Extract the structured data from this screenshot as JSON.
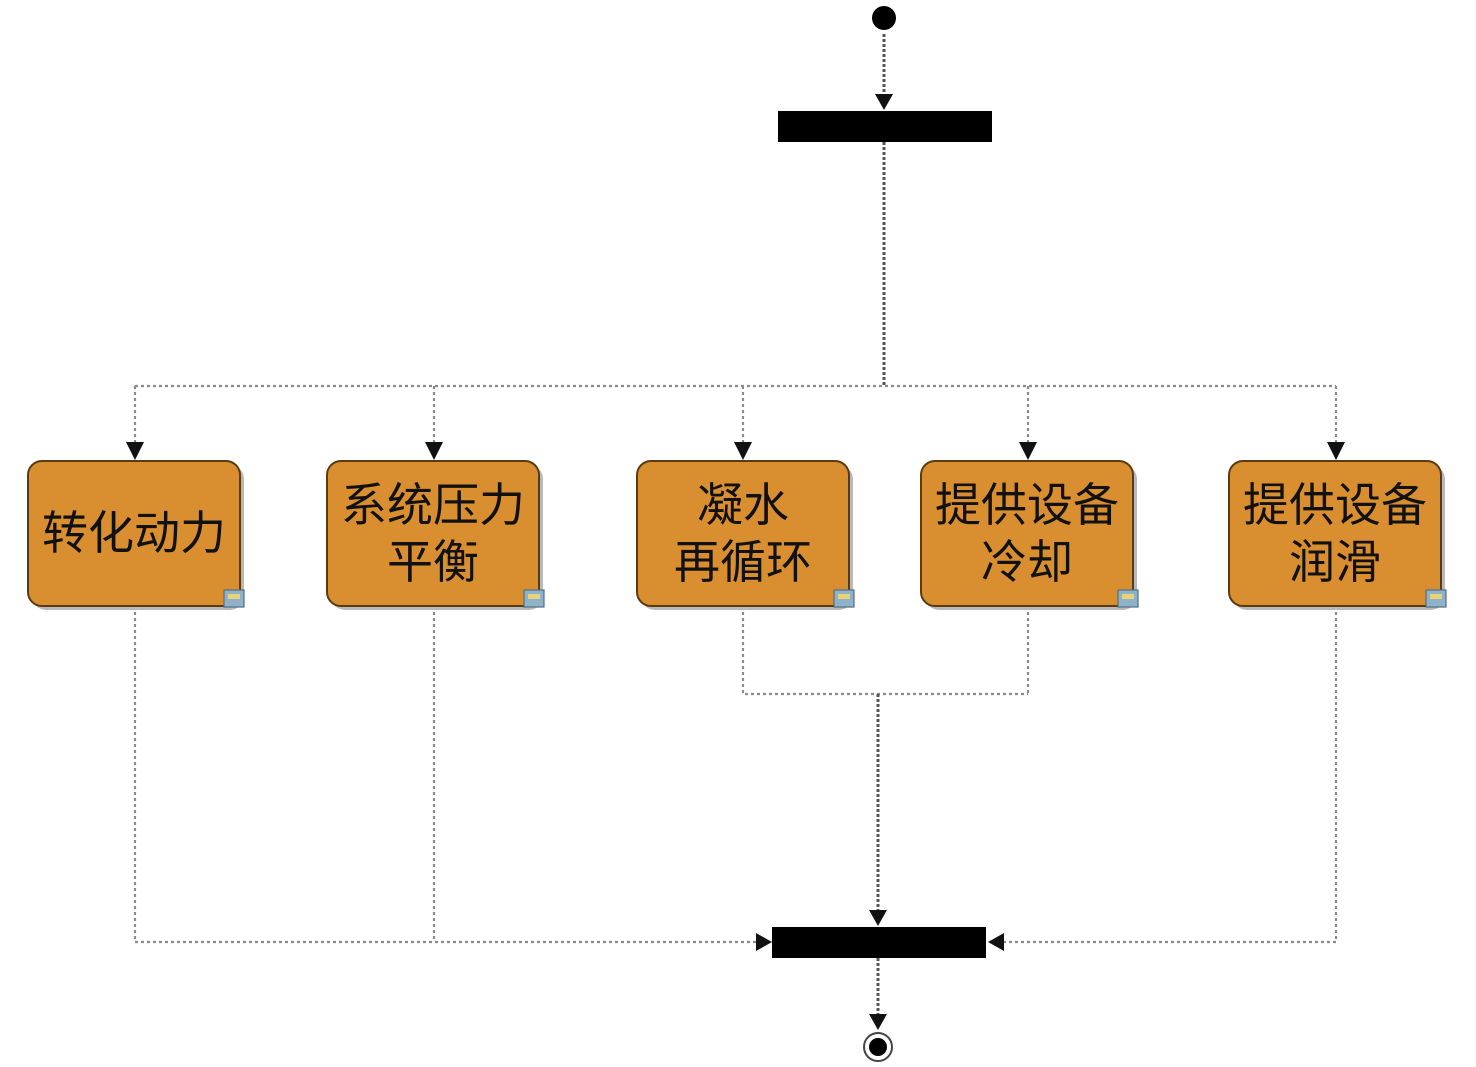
{
  "diagram": {
    "type": "uml-activity",
    "colors": {
      "action_fill": "#d98f30",
      "action_border": "#5a3a10",
      "bar": "#000000",
      "connector": "#8a8a8a"
    },
    "nodes": {
      "initial": "initial-node",
      "fork": "fork-bar",
      "join": "join-bar",
      "final": "final-node"
    },
    "actions": [
      {
        "id": "a1",
        "lines": [
          "转化动力"
        ]
      },
      {
        "id": "a2",
        "lines": [
          "系统压力",
          "平衡"
        ]
      },
      {
        "id": "a3",
        "lines": [
          "凝水",
          "再循环"
        ]
      },
      {
        "id": "a4",
        "lines": [
          "提供设备",
          "冷却"
        ]
      },
      {
        "id": "a5",
        "lines": [
          "提供设备",
          "润滑"
        ]
      }
    ],
    "edges": [
      {
        "from": "initial",
        "to": "fork"
      },
      {
        "from": "fork",
        "to": "a1"
      },
      {
        "from": "fork",
        "to": "a2"
      },
      {
        "from": "fork",
        "to": "a3"
      },
      {
        "from": "fork",
        "to": "a4"
      },
      {
        "from": "fork",
        "to": "a5"
      },
      {
        "from": "a1",
        "to": "join"
      },
      {
        "from": "a2",
        "to": "join"
      },
      {
        "from": "a3",
        "to": "join"
      },
      {
        "from": "a4",
        "to": "join"
      },
      {
        "from": "a5",
        "to": "join"
      },
      {
        "from": "join",
        "to": "final"
      }
    ],
    "subactivity_icon": "subactivity-icon"
  }
}
